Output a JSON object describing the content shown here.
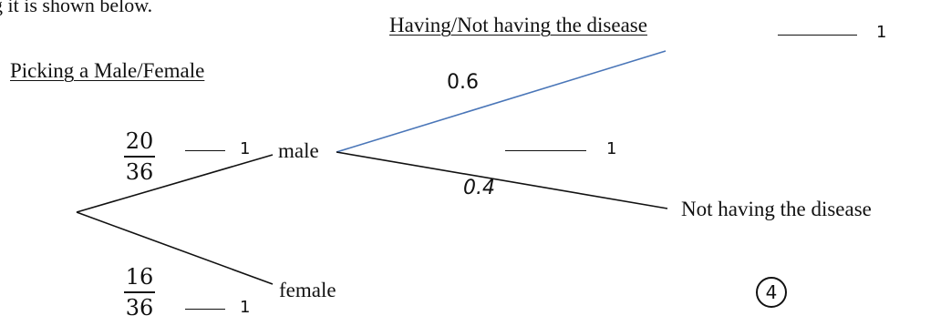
{
  "intro_text": "g it is shown below.",
  "headers": {
    "stage1": "Picking a Male/Female",
    "stage2": "Having/Not having the disease"
  },
  "stage1": {
    "male": {
      "label": "male",
      "numerator": "20",
      "denominator": "36",
      "blank_value": "1"
    },
    "female": {
      "label": "female",
      "numerator": "16",
      "denominator": "36",
      "blank_value": "1"
    }
  },
  "stage2": {
    "having": {
      "probability": "0.6",
      "blank_value": "1"
    },
    "middle_blank_value": "1",
    "not_having": {
      "probability": "0.4",
      "label": "Not having the disease"
    }
  },
  "marker": "4",
  "colors": {
    "line": "#111111",
    "highlight_branch": "#4a76b8"
  }
}
